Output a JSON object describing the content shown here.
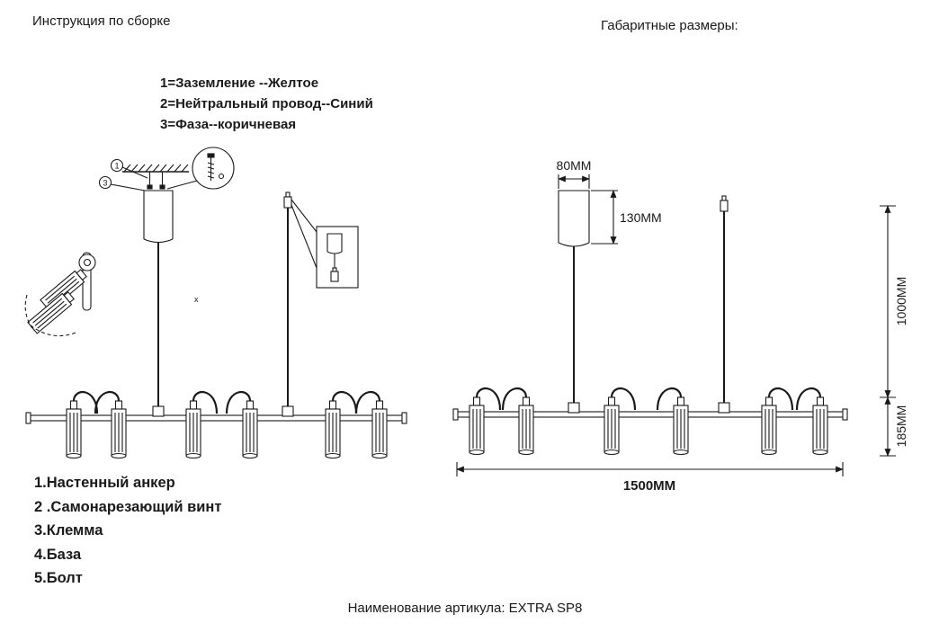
{
  "page": {
    "title_left": "Инструкция по сборке",
    "title_right": "Габаритные размеры:",
    "article_line": "Наименование артикула: EXTRA SP8"
  },
  "wire_legend": {
    "lines": [
      "1=Заземление --Желтое",
      "2=Нейтральный провод--Синий",
      "3=Фаза--коричневая"
    ]
  },
  "parts_list": {
    "items": [
      "1.Настенный анкер",
      "2 .Самонарезающий винт",
      "3.Клемма",
      "4.База",
      "5.Болт"
    ]
  },
  "assembly": {
    "markers": [
      "1",
      "3"
    ],
    "tiny_mark": "x"
  },
  "dimensions": {
    "canopy_diameter": "80ММ",
    "canopy_height": "130ММ",
    "drop_height": "1000ММ",
    "fixture_height": "185ММ",
    "fixture_length": "1500ММ"
  },
  "colors": {
    "ink": "#1a1a1a",
    "background": "#ffffff"
  }
}
